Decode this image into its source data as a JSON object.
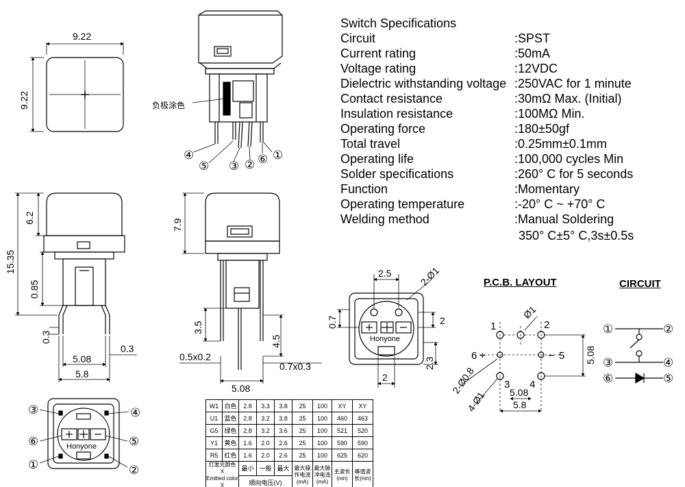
{
  "dimensions": {
    "top_width": "9.22",
    "top_height": "9.22",
    "total_height": "15.35",
    "cap_height": "6.2",
    "offset_085": "0.85",
    "pin_03": "0.3",
    "pin_03_right": "0.3",
    "pitch_508": "5.08",
    "width_58": "5.8",
    "cap_79": "7.9",
    "pin_35": "3.5",
    "pin_45": "4.5",
    "pin_05x02": "0.5x0.2",
    "pin_07x03": "0.7x0.3",
    "side_508": "5.08",
    "fp_25": "2.5",
    "fp_hole": "2-Ø1",
    "fp_07": "0.7",
    "fp_2_right": "2",
    "fp_23": "2.3",
    "fp_2_bottom": "2",
    "pcb_hole1": "Ø1",
    "pcb_hole08": "2-Ø0.8",
    "pcb_hole1b": "4-Ø1",
    "pcb_508v": "5.08",
    "pcb_508h": "5.08",
    "pcb_58": "5.8"
  },
  "labels": {
    "cathode_note": "负极涂色",
    "brand": "Honyone",
    "brand_bottom": "Honyone"
  },
  "pin_numbers": [
    "①",
    "②",
    "③",
    "④",
    "⑤",
    "⑥"
  ],
  "pcb_pins": [
    "1",
    "2",
    "3",
    "4",
    "5",
    "6"
  ],
  "pcb_signs": {
    "plus": "+",
    "minus": "−"
  },
  "specs": {
    "title": "Switch Specifications",
    "rows": [
      {
        "label": "Circuit",
        "value": ":SPST"
      },
      {
        "label": "Current rating",
        "value": ":50mA"
      },
      {
        "label": "Voltage rating",
        "value": ":12VDC"
      },
      {
        "label": "Dielectric withstanding voltage",
        "value": ":250VAC for 1 minute"
      },
      {
        "label": "Contact resistance",
        "value": ":30mΩ   Max. (Initial)"
      },
      {
        "label": "Insulation resistance",
        "value": ":100MΩ   Min."
      },
      {
        "label": "Operating force",
        "value": ":180±50gf"
      },
      {
        "label": "Total travel",
        "value": ":0.25mm±0.1mm"
      },
      {
        "label": "Operating life",
        "value": ":100,000 cycles Min"
      },
      {
        "label": "Solder specifications",
        "value": ":260° C for 5 seconds"
      },
      {
        "label": "Function",
        "value": ":Momentary"
      },
      {
        "label": "Operating temperature",
        "value": ":-20° C ~ +70° C"
      },
      {
        "label": "Welding method",
        "value": ":Manual Soldering"
      }
    ],
    "welding_extra": "350° C±5° C,3s±0.5s"
  },
  "pcb_layout_title": "P.C.B. LAYOUT",
  "circuit_title": "CIRCUIT",
  "led_table": {
    "rows": [
      [
        "W1",
        "白色",
        "2.8",
        "3.3",
        "3.8",
        "25",
        "100",
        "XY",
        "XY"
      ],
      [
        "U1",
        "蓝色",
        "2.8",
        "3.2",
        "3.8",
        "25",
        "100",
        "460",
        "463"
      ],
      [
        "G5",
        "绿色",
        "2.8",
        "3.2",
        "3.6",
        "25",
        "100",
        "521",
        "520"
      ],
      [
        "Y1",
        "黄色",
        "1.6",
        "2.0",
        "2.6",
        "25",
        "100",
        "590",
        "590"
      ],
      [
        "R5",
        "红色",
        "1.6",
        "2.0",
        "2.6",
        "25",
        "100",
        "625",
        "620"
      ]
    ],
    "footer": {
      "color_cn": "灯发光颜色 X",
      "color_en": "Emitted color X",
      "min": "最小",
      "typ": "一般",
      "max": "最大",
      "voltage": "顺向电压(V)",
      "max_current_1": "最大操",
      "max_current_2": "作电流",
      "max_current_3": "(mA)",
      "pulse_1": "最大脉",
      "pulse_2": "冲电流",
      "pulse_3": "(mA)",
      "wavelength_1": "主波长",
      "wavelength_2": "(nm)",
      "peak_1": "峰值波",
      "peak_2": "长(nm)"
    }
  }
}
